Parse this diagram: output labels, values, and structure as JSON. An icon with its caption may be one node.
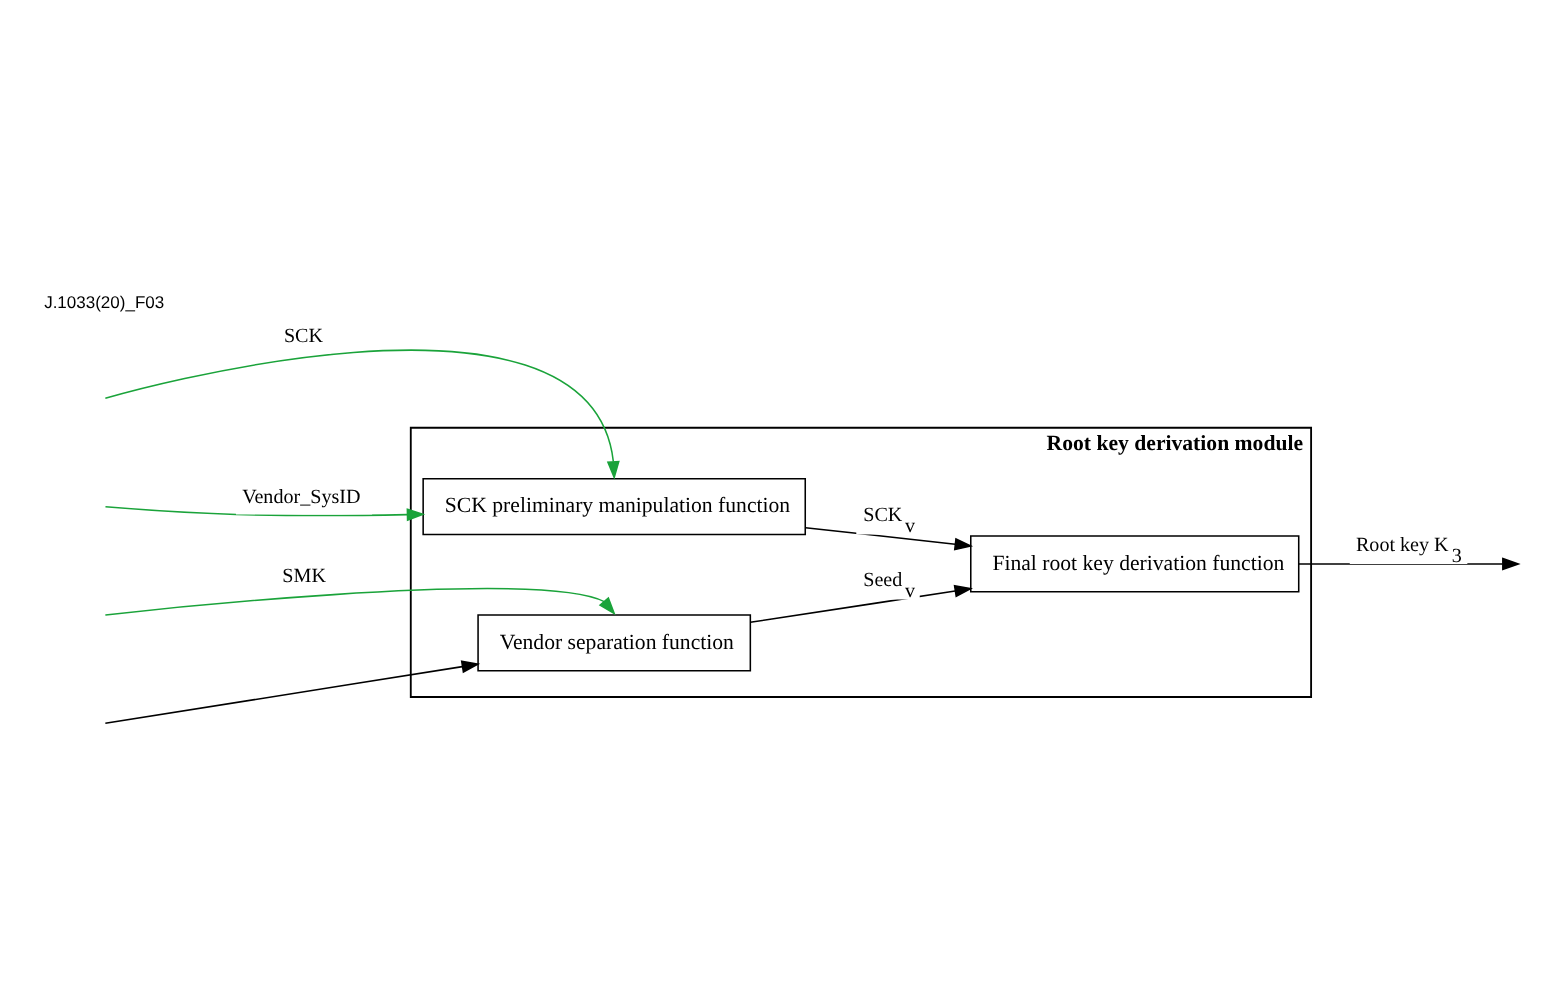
{
  "diagram": {
    "nodes": [
      {
        "text": [
          "Root key derivation module"
        ]
      },
      {
        "text": [
          "SCK preliminary manipulation function"
        ],
        "in": 0
      },
      {
        "text": [
          "Vendor separation function"
        ],
        "in": 0
      },
      {
        "text": [
          "Final root key derivation function"
        ],
        "in": 0
      }
    ],
    "edges": [
      {
        "from": null,
        "to": 1,
        "arrow": "to",
        "label": "SCK",
        "color": "#1aa33a"
      },
      {
        "from": null,
        "to": 1,
        "arrow": "to",
        "label": "Vendor_SysID",
        "color": "#1aa33a"
      },
      {
        "from": null,
        "to": 2,
        "arrow": "to",
        "label": "SMK",
        "color": "#1aa33a"
      },
      {
        "from": null,
        "to": 2,
        "arrow": "to"
      },
      {
        "from": 1,
        "to": 3,
        "arrow": "to",
        "label": "SCK$_{v}$"
      },
      {
        "from": 2,
        "to": 3,
        "arrow": "to",
        "label": "Seed$_{v}$"
      },
      {
        "from": 3,
        "to": null,
        "arrow": "to",
        "label": "Root key K$_{3}$"
      }
    ],
    "labels": [
      "J.1033(20)_F03"
    ]
  }
}
